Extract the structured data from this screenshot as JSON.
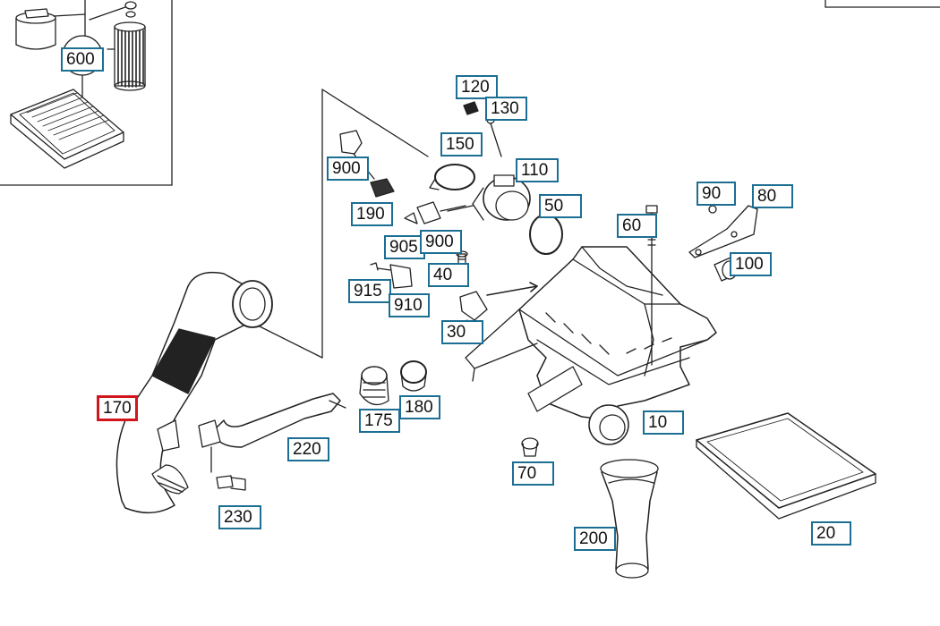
{
  "callouts": [
    {
      "id": "600",
      "label": "600",
      "selected": false
    },
    {
      "id": "120",
      "label": "120",
      "selected": false
    },
    {
      "id": "130",
      "label": "130",
      "selected": false
    },
    {
      "id": "150",
      "label": "150",
      "selected": false
    },
    {
      "id": "110",
      "label": "110",
      "selected": false
    },
    {
      "id": "900a",
      "label": "900",
      "selected": false
    },
    {
      "id": "190",
      "label": "190",
      "selected": false
    },
    {
      "id": "50",
      "label": "50",
      "selected": false
    },
    {
      "id": "90",
      "label": "90",
      "selected": false
    },
    {
      "id": "80",
      "label": "80",
      "selected": false
    },
    {
      "id": "60",
      "label": "60",
      "selected": false
    },
    {
      "id": "905",
      "label": "905",
      "selected": false
    },
    {
      "id": "900b",
      "label": "900",
      "selected": false
    },
    {
      "id": "40",
      "label": "40",
      "selected": false
    },
    {
      "id": "100",
      "label": "100",
      "selected": false
    },
    {
      "id": "915",
      "label": "915",
      "selected": false
    },
    {
      "id": "910",
      "label": "910",
      "selected": false
    },
    {
      "id": "30",
      "label": "30",
      "selected": false
    },
    {
      "id": "170",
      "label": "170",
      "selected": true
    },
    {
      "id": "175",
      "label": "175",
      "selected": false
    },
    {
      "id": "180",
      "label": "180",
      "selected": false
    },
    {
      "id": "10",
      "label": "10",
      "selected": false
    },
    {
      "id": "220",
      "label": "220",
      "selected": false
    },
    {
      "id": "70",
      "label": "70",
      "selected": false
    },
    {
      "id": "230",
      "label": "230",
      "selected": false
    },
    {
      "id": "20",
      "label": "20",
      "selected": false
    },
    {
      "id": "200",
      "label": "200",
      "selected": false
    }
  ],
  "colors": {
    "callout_border": "#1d6e93",
    "selected_border": "#d0151d",
    "line": "#222222"
  }
}
